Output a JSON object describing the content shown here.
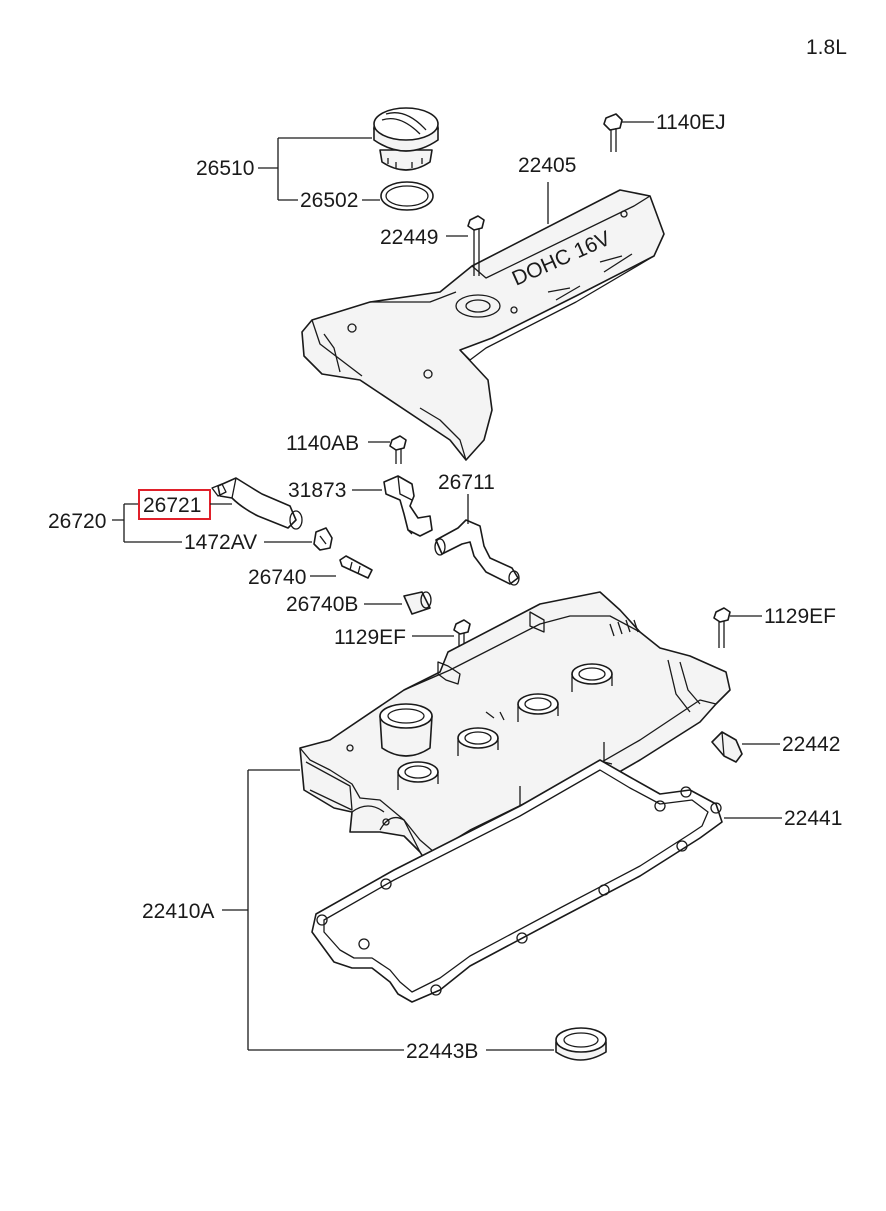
{
  "engine_spec": "1.8L",
  "labels": {
    "p26510": "26510",
    "p26502": "26502",
    "p1140EJ": "1140EJ",
    "p22405": "22405",
    "p22449": "22449",
    "p1140AB": "1140AB",
    "p26721": "26721",
    "p26720": "26720",
    "p1472AV": "1472AV",
    "p31873": "31873",
    "p26711": "26711",
    "p26740": "26740",
    "p26740B": "26740B",
    "p1129EF_left": "1129EF",
    "p1129EF_right": "1129EF",
    "p22442": "22442",
    "p22441": "22441",
    "p22410A": "22410A",
    "p22443B": "22443B"
  },
  "cover_text": "DOHC 16V",
  "highlighted_part": "26721",
  "highlight_color": "#e0202a"
}
